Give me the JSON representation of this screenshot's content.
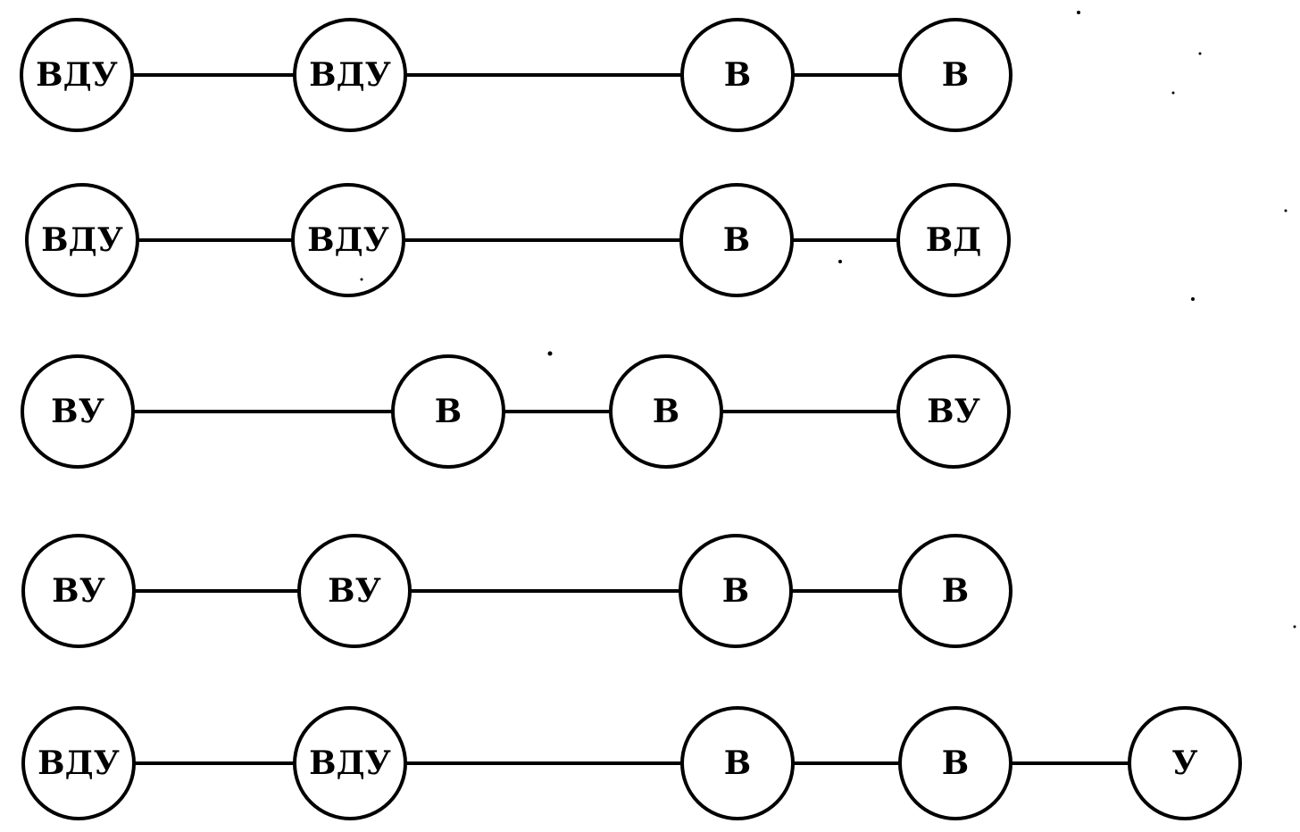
{
  "diagram": {
    "rows": [
      {
        "nodes": [
          {
            "label": "ВДУ"
          },
          {
            "label": "ВДУ"
          },
          {
            "label": "В"
          },
          {
            "label": "В"
          }
        ]
      },
      {
        "nodes": [
          {
            "label": "ВДУ"
          },
          {
            "label": "ВДУ"
          },
          {
            "label": "В"
          },
          {
            "label": "ВД"
          }
        ]
      },
      {
        "nodes": [
          {
            "label": "ВУ"
          },
          {
            "label": "В"
          },
          {
            "label": "В"
          },
          {
            "label": "ВУ"
          }
        ]
      },
      {
        "nodes": [
          {
            "label": "ВУ"
          },
          {
            "label": "ВУ"
          },
          {
            "label": "В"
          },
          {
            "label": "В"
          }
        ]
      },
      {
        "nodes": [
          {
            "label": "ВДУ"
          },
          {
            "label": "ВДУ"
          },
          {
            "label": "В"
          },
          {
            "label": "В"
          },
          {
            "label": "У"
          }
        ]
      }
    ]
  }
}
